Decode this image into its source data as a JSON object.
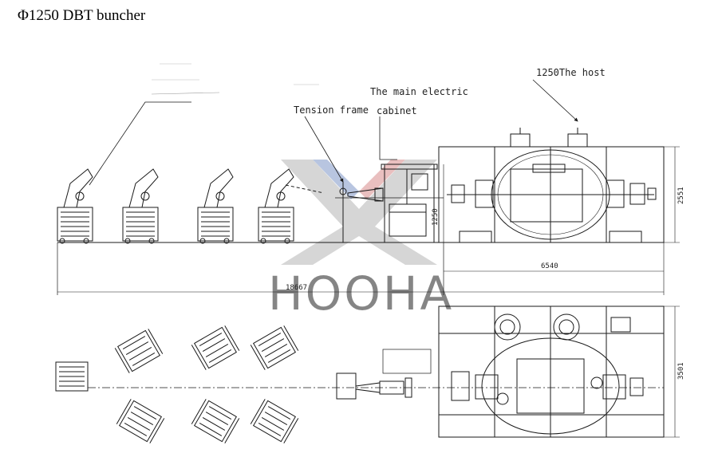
{
  "title": "Φ1250 DBT buncher",
  "callouts": {
    "tension_frame": "Tension frame",
    "main_cabinet_line1": "The main electric",
    "main_cabinet_line2": "cabinet",
    "host": "1250The host"
  },
  "dimensions": {
    "cabinet_height": "1250",
    "host_width": "6540",
    "host_height_top": "2551",
    "overall_length": "18667",
    "host_height_bottom": "3501"
  },
  "watermark": {
    "text": "HOOHA",
    "colors": {
      "blue": "#7f96c8",
      "red": "#d88c8c",
      "grey": "#b5b5b5"
    }
  },
  "colors": {
    "line": "#1a1a1a",
    "bg": "#ffffff"
  }
}
